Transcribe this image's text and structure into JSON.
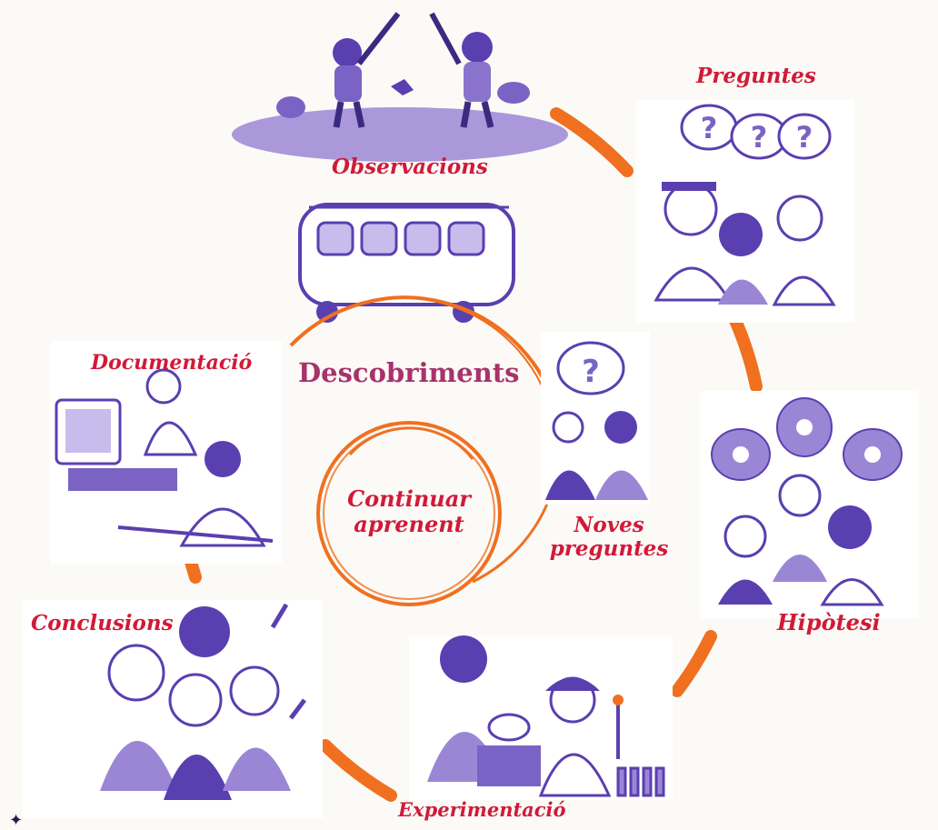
{
  "diagram": {
    "stages": [
      {
        "id": "observacions",
        "label": "Observacions"
      },
      {
        "id": "preguntes",
        "label": "Preguntes"
      },
      {
        "id": "hipotesi",
        "label": "Hipòtesi"
      },
      {
        "id": "experimentacio",
        "label": "Experimentació"
      },
      {
        "id": "conclusions",
        "label": "Conclusions"
      },
      {
        "id": "documentacio",
        "label": "Documentació"
      }
    ],
    "inner_title": "Descobriments",
    "new_questions": {
      "line1": "Noves",
      "line2": "preguntes"
    },
    "center": {
      "line1": "Continuar",
      "line2": "aprenent"
    }
  },
  "colors": {
    "label": "#d11a38",
    "cycle_arrow": "#f07020",
    "illustration": "#5a3fb0",
    "illustration_fill": "#9b86d6"
  },
  "icons": {
    "observacions": "kids-with-binoculars",
    "preguntes": "people-with-question-marks",
    "hipotesi": "kids-with-lightbulbs",
    "experimentacio": "scientists-with-test-tubes",
    "conclusions": "cheering-kids",
    "documentacio": "person-at-computer",
    "descobriments": "bus-with-kids",
    "noves_preguntes": "kids-wondering"
  }
}
